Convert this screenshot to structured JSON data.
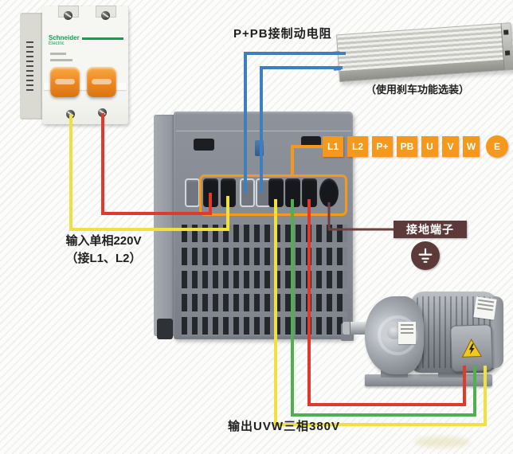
{
  "diagram": {
    "brake_note": "P+PB接制动电阻",
    "brake_optional": "（使用刹车功能选装）",
    "input_label_line1": "输入单相220V",
    "input_label_line2": "（接L1、L2）",
    "output_label": "输出UVW三相380V",
    "ground_label": "接地端子"
  },
  "breaker": {
    "brand": "Schneider",
    "brand_sub": "Electric"
  },
  "vfd_terminals": {
    "labels": [
      "L1",
      "L2",
      "P+",
      "PB",
      "U",
      "V",
      "W",
      "E"
    ]
  },
  "colors": {
    "wire_yellow": "#f0e13c",
    "wire_red": "#e0392e",
    "wire_blue": "#3f7fbe",
    "wire_green": "#50b050",
    "wire_orange": "#f6981c",
    "wire_ground": "#6e4040",
    "accent_orange": "#f6981c",
    "ground_maroon": "#5d3a3a",
    "brand_green": "#00a651",
    "toggle_orange": "#f08a24"
  }
}
